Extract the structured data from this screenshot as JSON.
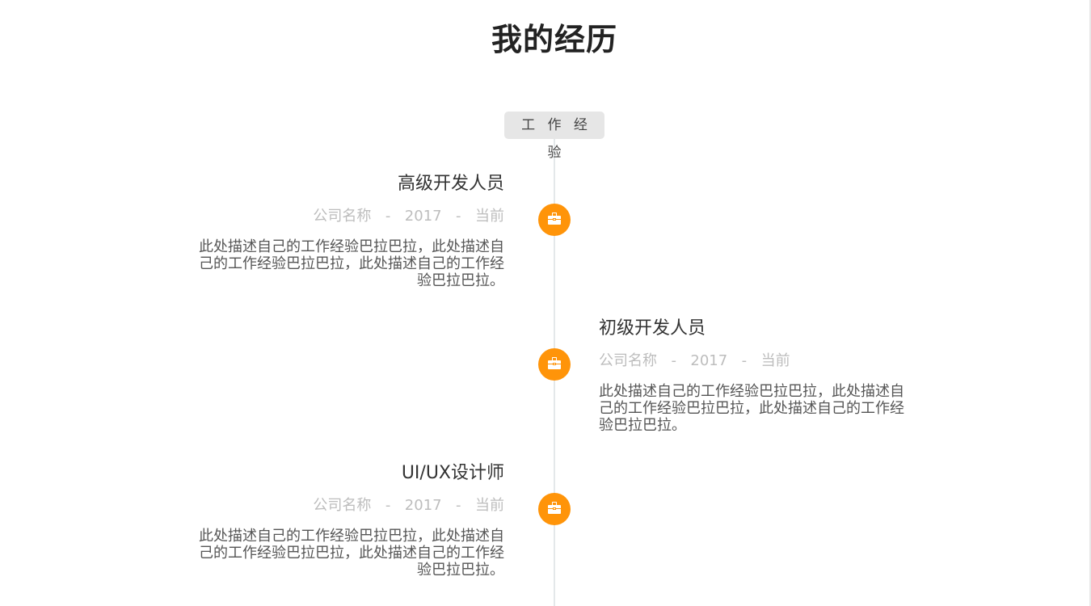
{
  "page": {
    "title": "我的经历"
  },
  "timeline": {
    "section_label": "工 作 经 验",
    "accent_color": "#ff9409",
    "entries": [
      {
        "side": "left",
        "title": "高级开发人员",
        "meta": "公司名称  -  2017  -  当前",
        "description": "此处描述自己的工作经验巴拉巴拉，此处描述自己的工作经验巴拉巴拉，此处描述自己的工作经验巴拉巴拉。",
        "icon": "briefcase-icon"
      },
      {
        "side": "right",
        "title": "初级开发人员",
        "meta": "公司名称  -  2017  -  当前",
        "description": "此处描述自己的工作经验巴拉巴拉，此处描述自己的工作经验巴拉巴拉，此处描述自己的工作经验巴拉巴拉。",
        "icon": "briefcase-icon"
      },
      {
        "side": "left",
        "title": "UI/UX设计师",
        "meta": "公司名称  -  2017  -  当前",
        "description": "此处描述自己的工作经验巴拉巴拉，此处描述自己的工作经验巴拉巴拉，此处描述自己的工作经验巴拉巴拉。",
        "icon": "briefcase-icon"
      }
    ]
  }
}
